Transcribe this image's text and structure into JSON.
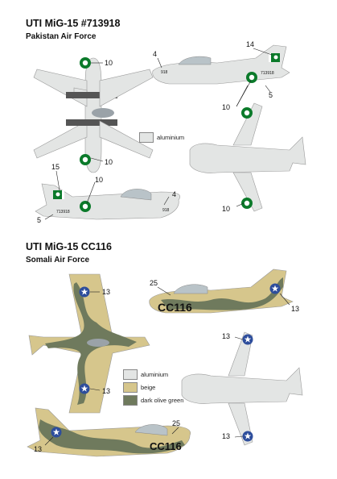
{
  "section1": {
    "title": "UTI MiG-15 #713918",
    "subtitle": "Pakistan Air Force",
    "legend": [
      {
        "label": "aluminium",
        "color": "#e3e5e4"
      }
    ],
    "callouts": {
      "c4a": "4",
      "c14": "14",
      "c10a": "10",
      "c5a": "5",
      "c10b": "10",
      "c10c": "10",
      "c15": "15",
      "c10d": "10",
      "c4b": "4",
      "c5b": "5",
      "c10e": "10"
    },
    "nose_number": "918",
    "tail_serial": "713918"
  },
  "section2": {
    "title": "UTI MiG-15 CC116",
    "subtitle": "Somali Air Force",
    "legend": [
      {
        "label": "aluminium",
        "color": "#e3e5e4"
      },
      {
        "label": "beige",
        "color": "#d6c68c"
      },
      {
        "label": "dark olive green",
        "color": "#6f7a5d"
      }
    ],
    "callouts": {
      "c13a": "13",
      "c13b": "13",
      "c25a": "25",
      "c13c": "13",
      "c13d": "13",
      "c13e": "13",
      "c25b": "25",
      "c13f": "13"
    },
    "code": "CC116"
  },
  "colors": {
    "aluminium": "#e3e5e4",
    "beige": "#d6c68c",
    "olive": "#6f7a5d",
    "pak_green": "#0b7a2a",
    "somali_blue": "#2d4d9c"
  }
}
